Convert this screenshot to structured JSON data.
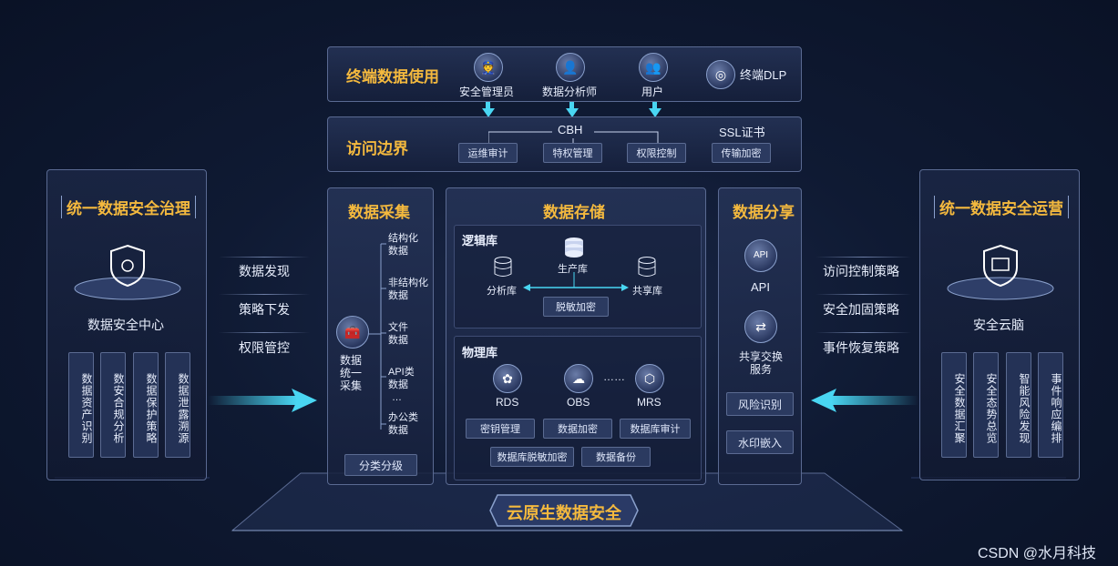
{
  "top": {
    "title": "终端数据使用",
    "roles": [
      "安全管理员",
      "数据分析师",
      "用户"
    ],
    "dlp": "终端DLP"
  },
  "boundary": {
    "title": "访问边界",
    "cbh": "CBH",
    "ssl": "SSL证书",
    "chips": [
      "运维审计",
      "特权管理",
      "权限控制",
      "传输加密"
    ]
  },
  "left": {
    "title": "统一数据安全治理",
    "center": "数据安全中心",
    "items": [
      "数据发现",
      "策略下发",
      "权限管控"
    ],
    "cols": [
      "数据资产识别",
      "数安合规分析",
      "数据保护策略",
      "数据泄露溯源"
    ]
  },
  "right": {
    "title": "统一数据安全运营",
    "center": "安全云脑",
    "items": [
      "访问控制策略",
      "安全加固策略",
      "事件恢复策略"
    ],
    "cols": [
      "安全数据汇聚",
      "安全态势总览",
      "智能风险发现",
      "事件响应编排"
    ]
  },
  "collect": {
    "title": "数据采集",
    "center_label": "数据统一采集",
    "types": [
      "结构化数据",
      "非结构化数据",
      "文件数据",
      "API类数据",
      "…",
      "办公类数据"
    ],
    "bottom": "分类分级"
  },
  "storage": {
    "title": "数据存储",
    "logic": {
      "title": "逻辑库",
      "prod": "生产库",
      "analysis": "分析库",
      "shared": "共享库",
      "chip": "脱敏加密"
    },
    "physical": {
      "title": "物理库",
      "nodes": [
        "RDS",
        "OBS",
        "MRS"
      ],
      "dots": "……",
      "chips": [
        "密钥管理",
        "数据加密",
        "数据库审计",
        "数据库脱敏加密",
        "数据备份"
      ]
    }
  },
  "share": {
    "title": "数据分享",
    "api": "API",
    "exchange": "共享交换服务",
    "chips": [
      "风险识别",
      "水印嵌入"
    ]
  },
  "footer": {
    "banner": "云原生数据安全",
    "watermark": "CSDN @水月科技"
  }
}
